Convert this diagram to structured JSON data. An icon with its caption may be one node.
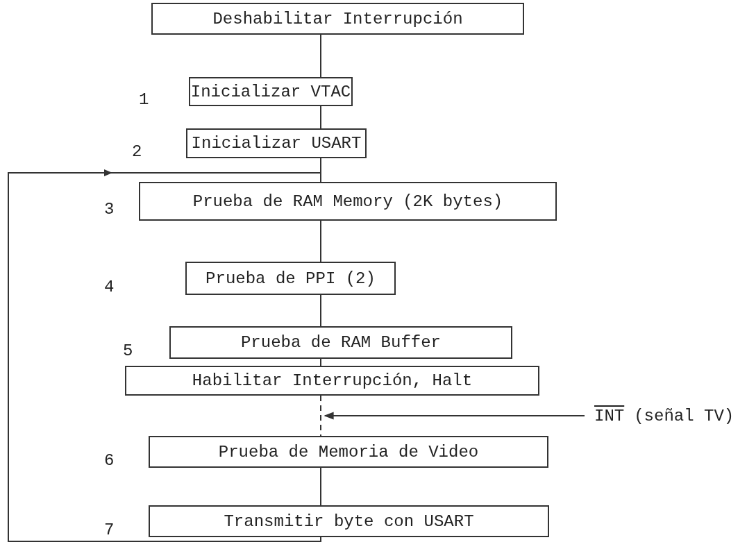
{
  "diagram": {
    "nodes": [
      {
        "text": [
          "Deshabilitar Interrupción"
        ]
      },
      {
        "text": [
          "Inicializar VTAC"
        ]
      },
      {
        "text": [
          "Inicializar USART"
        ]
      },
      {
        "text": [
          "Prueba de RAM Memory (2K bytes)"
        ]
      },
      {
        "text": [
          "Prueba de PPI (2)"
        ]
      },
      {
        "text": [
          "Prueba de RAM Buffer"
        ]
      },
      {
        "text": [
          "Habilitar Interrupción, Halt"
        ]
      },
      {
        "text": [
          "Prueba de Memoria de Video"
        ]
      },
      {
        "text": [
          "Transmitir byte con USART"
        ]
      },
      {
        "text": [
          "INT",
          "(señal TV)"
        ]
      }
    ],
    "edges": [
      {
        "from": 0,
        "to": 1,
        "arrow": "none"
      },
      {
        "from": 1,
        "to": 2,
        "arrow": "none"
      },
      {
        "from": 2,
        "to": 3,
        "arrow": "none"
      },
      {
        "from": 3,
        "to": 4,
        "arrow": "none"
      },
      {
        "from": 4,
        "to": 5,
        "arrow": "none"
      },
      {
        "from": 5,
        "to": 6,
        "arrow": "none"
      },
      {
        "from": 6,
        "to": 7,
        "arrow": "none",
        "style": "dashed"
      },
      {
        "from": 7,
        "to": 8,
        "arrow": "none"
      },
      {
        "from": 8,
        "to": 3,
        "arrow": "to"
      },
      {
        "from": 9,
        "to": 6,
        "arrow": "to"
      }
    ],
    "labels": [
      "1",
      "2",
      "3",
      "4",
      "5",
      "6",
      "7"
    ]
  }
}
